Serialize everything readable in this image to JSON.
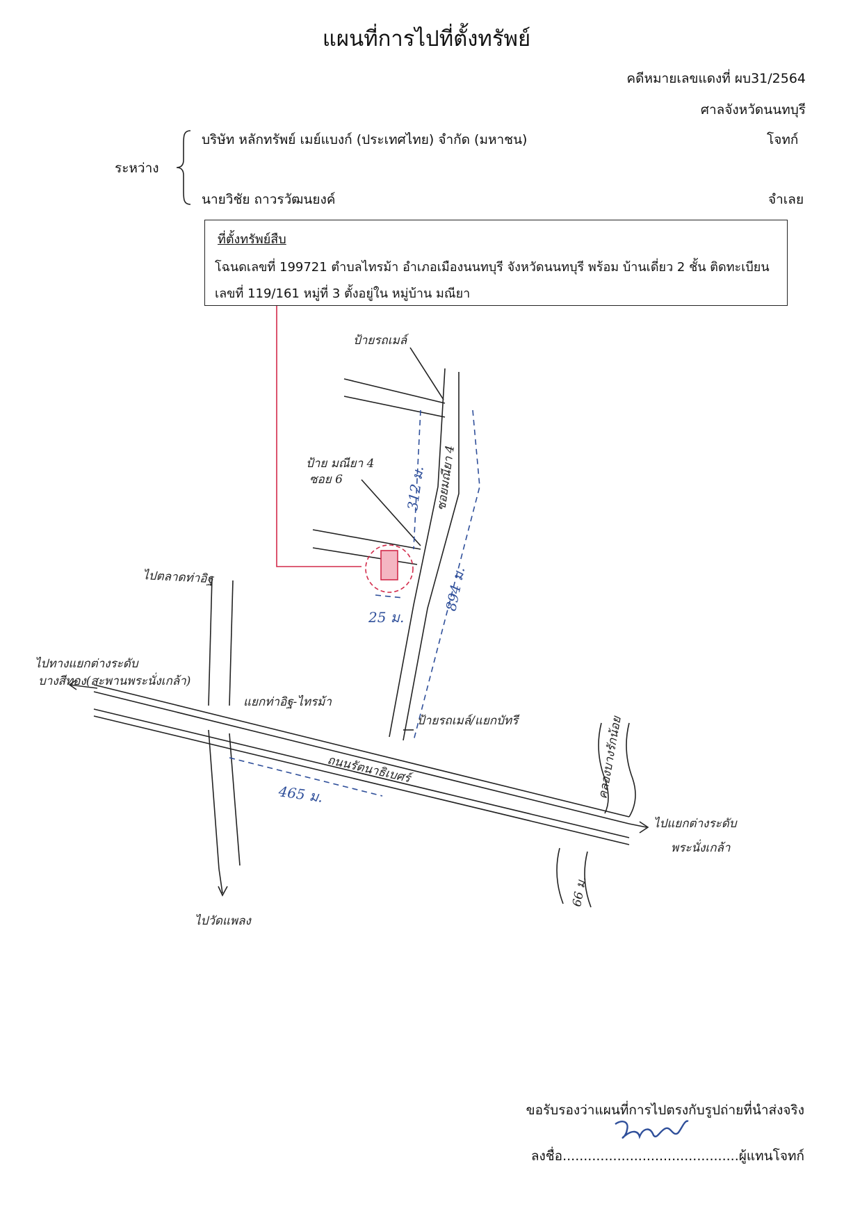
{
  "header": {
    "title": "แผนที่การไปที่ตั้งทรัพย์",
    "case_number": "คดีหมายเลขแดงที่ ผบ31/2564",
    "court": "ศาลจังหวัดนนทบุรี"
  },
  "parties": {
    "between_label": "ระหว่าง",
    "plaintiff": "บริษัท หลักทรัพย์ เมย์แบงก์ (ประเทศไทย) จำกัด (มหาชน)",
    "plaintiff_role": "โจทก์",
    "defendant": "นายวิชัย  ถาวรวัฒนยงค์",
    "defendant_role": "จำเลย"
  },
  "property_box": {
    "title": "ที่ตั้งทรัพย์สืบ",
    "line1": "โฉนดเลขที่ 199721 ตำบลไทรม้า อำเภอเมืองนนทบุรี จังหวัดนนทบุรี  พร้อม บ้านเดี่ยว 2 ชั้น  ติดทะเบียน",
    "line2": "เลขที่ 119/161 หมู่ที่ 3  ตั้งอยู่ใน หมู่บ้าน มณียา"
  },
  "map_labels": {
    "bus_stop_top": "ป้ายรถเมล์",
    "sign_maniya": "ป้าย มณียา 4",
    "soi_sign": "ซอย 6",
    "soi_maniya": "ซอยมณียา 4",
    "dist_312": "312 ม.",
    "dist_25": "25 ม.",
    "dist_894": "894 ม.",
    "to_tha_it_market": "ไปตลาดท่าอิฐ",
    "to_bang_si_thong": "ไปทางแยกต่างระดับ",
    "to_bang_si_thong_2": "บางสีทอง(สะพานพระนั่งเกล้า)",
    "tha_it_sai_ma": "แยกท่าอิฐ-ไทรม้า",
    "bus_stop_bottom": "ป้ายรถเมล์/แยกบัทรี",
    "road_name": "ถนนรัตนาธิเบศร์",
    "dist_465": "465 ม.",
    "canal_phraya": "คลองบางรักน้อย",
    "canal_66": "66 ม.",
    "to_phra_nang_klao": "ไปแยกต่างระดับ",
    "to_phra_nang_klao_2": "พระนั่งเกล้า",
    "to_wat_lam": "ไปวัดแพลง"
  },
  "footer": {
    "certify": "ขอรับรองว่าแผนที่การไปตรงกับรูปถ่ายที่นำส่งจริง",
    "sign_prefix": "ลงชื่อ..........................................ผู้แทนโจทก์"
  },
  "colors": {
    "ink": "#111111",
    "blue_ink": "#2f4f9a",
    "red_ink": "#d22a4a"
  }
}
